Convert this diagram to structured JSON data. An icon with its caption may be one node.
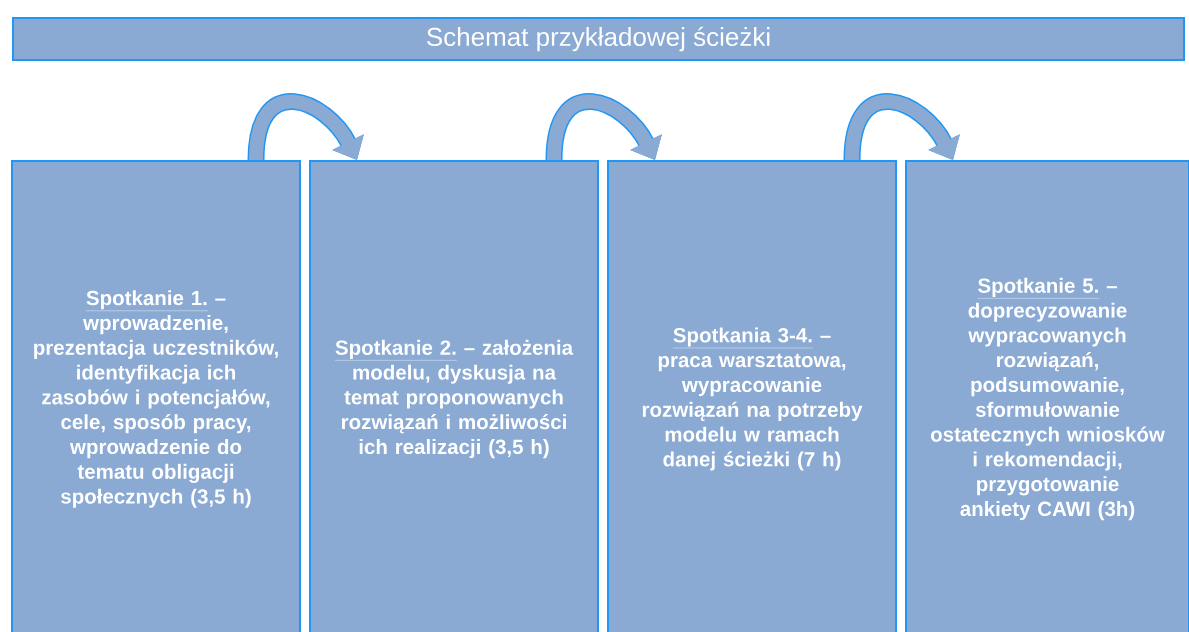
{
  "diagram": {
    "title": "Schemat przykładowej ścieżki",
    "nodes": [
      {
        "text": [
          "Spotkanie 1.",
          "– wprowadzenie, prezentacja uczestników, identyfikacja ich zasobów i potencjałów, cele, sposób pracy, wprowadzenie do tematu obligacji społecznych (3,5 h)"
        ]
      },
      {
        "text": [
          "Spotkanie 2.",
          "– założenia modelu, dyskusja na temat proponowanych rozwiązań i możliwości ich realizacji (3,5 h)"
        ]
      },
      {
        "text": [
          "Spotkania 3-4.",
          "– praca warsztatowa, wypracowanie rozwiązań na potrzeby modelu w ramach danej ścieżki (7 h)"
        ]
      },
      {
        "text": [
          "Spotkanie 5.",
          "– doprecyzowanie wypracowanych rozwiązań, podsumowanie, sformułowanie ostatecznych wniosków i rekomendacji, przygotowanie ankiety CAWI (3h)"
        ]
      }
    ],
    "edges": [
      {
        "from": 0,
        "to": 1,
        "arrow": "to"
      },
      {
        "from": 1,
        "to": 2,
        "arrow": "to"
      },
      {
        "from": 2,
        "to": 3,
        "arrow": "to"
      }
    ]
  }
}
